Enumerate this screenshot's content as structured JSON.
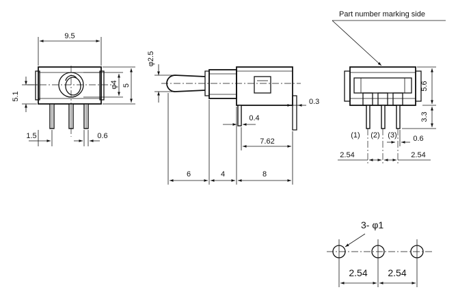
{
  "notes": {
    "marking_side": "Part number marking side"
  },
  "front_view": {
    "width": "9.5",
    "height_left": "5.1",
    "height_right": "5",
    "actuator_dia": "φ4",
    "pin_offset": "1.5",
    "pin_width": "0.6"
  },
  "side_view": {
    "lever_dia": "φ2.5",
    "lever_len": "6",
    "bushing_len": "4",
    "body_len": "8",
    "pin_pitch_total": "7.62",
    "pin_thickness": "0.4",
    "bracket_thickness": "0.3"
  },
  "rear_view": {
    "pin_labels": [
      "(1)",
      "(2)",
      "(3)"
    ],
    "height": "5.6",
    "pin_len": "3.3",
    "pin_width": "0.6",
    "pitch_left": "2.54",
    "pitch_right": "2.54"
  },
  "pcb_layout": {
    "hole_label": "3- φ1",
    "pitch_left": "2.54",
    "pitch_right": "2.54"
  }
}
